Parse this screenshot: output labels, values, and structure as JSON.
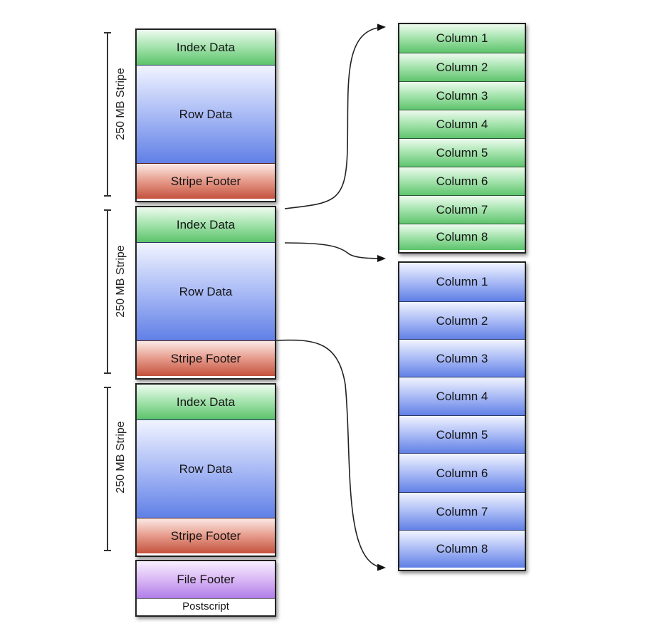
{
  "stripes": [
    {
      "label": "250 MB Stripe",
      "segments": {
        "index": "Index Data",
        "row": "Row Data",
        "footer": "Stripe Footer"
      }
    },
    {
      "label": "250 MB Stripe",
      "segments": {
        "index": "Index Data",
        "row": "Row Data",
        "footer": "Stripe Footer"
      }
    },
    {
      "label": "250 MB Stripe",
      "segments": {
        "index": "Index Data",
        "row": "Row Data",
        "footer": "Stripe Footer"
      }
    }
  ],
  "file_tail": {
    "file_footer": "File Footer",
    "postscript": "Postscript"
  },
  "index_columns": [
    "Column 1",
    "Column 2",
    "Column 3",
    "Column 4",
    "Column 5",
    "Column 6",
    "Column 7",
    "Column 8"
  ],
  "row_columns": [
    "Column 1",
    "Column 2",
    "Column 3",
    "Column 4",
    "Column 5",
    "Column 6",
    "Column 7",
    "Column 8"
  ],
  "colors": {
    "index": "#5cc36b",
    "row": "#5f7fe6",
    "footer": "#c4523e",
    "file_footer": "#b07de8",
    "outline": "#222222"
  }
}
